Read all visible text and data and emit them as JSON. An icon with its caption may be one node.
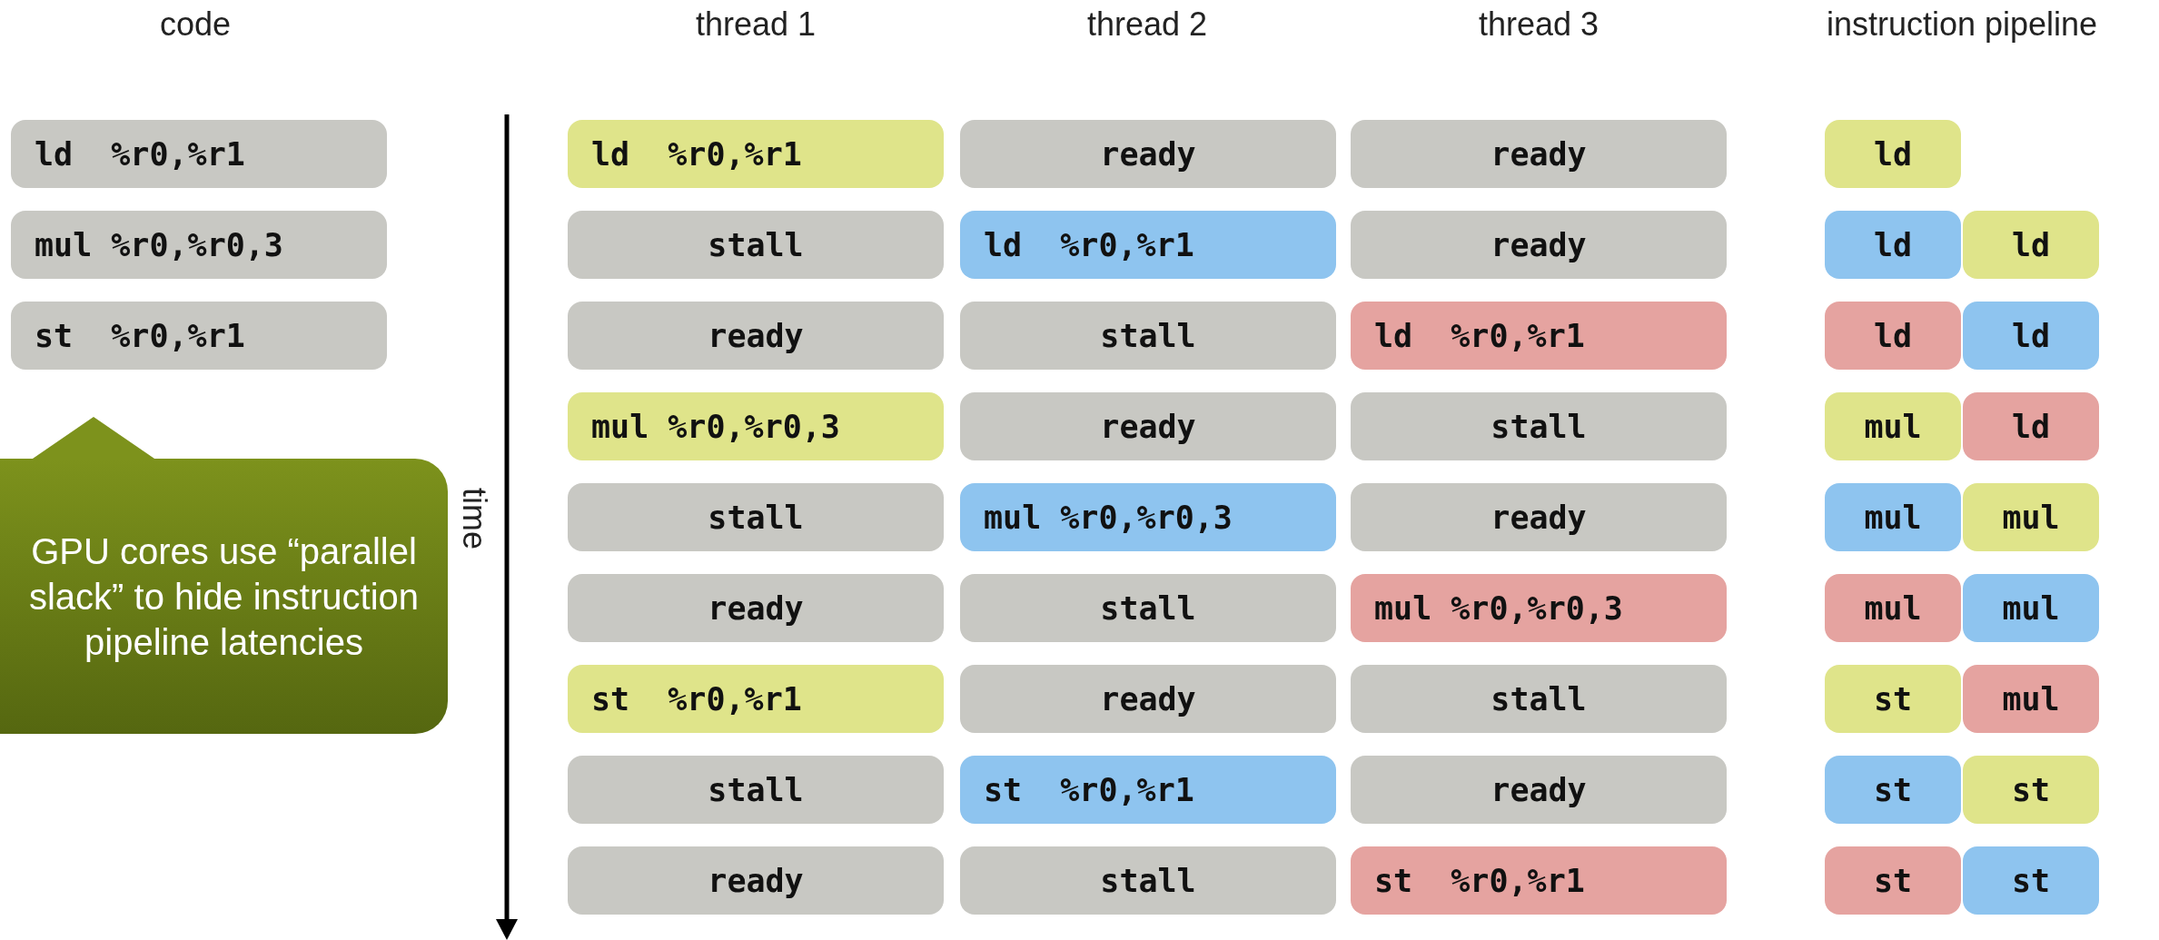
{
  "diagram": {
    "nodes": [
      {
        "text": [
          "ld  %r0,%r1"
        ]
      },
      {
        "text": [
          "mul %r0,%r0,3"
        ]
      },
      {
        "text": [
          "st  %r0,%r1"
        ]
      },
      {
        "text": [
          "GPU cores use “parallel slack” to hide instruction pipeline latencies"
        ]
      },
      {
        "text": [
          "ld  %r0,%r1"
        ]
      },
      {
        "text": [
          "ready"
        ]
      },
      {
        "text": [
          "ready"
        ]
      },
      {
        "text": [
          "ld"
        ]
      },
      {
        "text": [
          "stall"
        ]
      },
      {
        "text": [
          "ld  %r0,%r1"
        ]
      },
      {
        "text": [
          "ready"
        ]
      },
      {
        "text": [
          "ld"
        ]
      },
      {
        "text": [
          "ld"
        ]
      },
      {
        "text": [
          "ready"
        ]
      },
      {
        "text": [
          "stall"
        ]
      },
      {
        "text": [
          "ld  %r0,%r1"
        ]
      },
      {
        "text": [
          "ld"
        ]
      },
      {
        "text": [
          "ld"
        ]
      },
      {
        "text": [
          "mul %r0,%r0,3"
        ]
      },
      {
        "text": [
          "ready"
        ]
      },
      {
        "text": [
          "stall"
        ]
      },
      {
        "text": [
          "mul"
        ]
      },
      {
        "text": [
          "ld"
        ]
      },
      {
        "text": [
          "stall"
        ]
      },
      {
        "text": [
          "mul %r0,%r0,3"
        ]
      },
      {
        "text": [
          "ready"
        ]
      },
      {
        "text": [
          "mul"
        ]
      },
      {
        "text": [
          "mul"
        ]
      },
      {
        "text": [
          "ready"
        ]
      },
      {
        "text": [
          "stall"
        ]
      },
      {
        "text": [
          "mul %r0,%r0,3"
        ]
      },
      {
        "text": [
          "mul"
        ]
      },
      {
        "text": [
          "mul"
        ]
      },
      {
        "text": [
          "st  %r0,%r1"
        ]
      },
      {
        "text": [
          "ready"
        ]
      },
      {
        "text": [
          "stall"
        ]
      },
      {
        "text": [
          "st"
        ]
      },
      {
        "text": [
          "mul"
        ]
      },
      {
        "text": [
          "stall"
        ]
      },
      {
        "text": [
          "st  %r0,%r1"
        ]
      },
      {
        "text": [
          "ready"
        ]
      },
      {
        "text": [
          "st"
        ]
      },
      {
        "text": [
          "st"
        ]
      },
      {
        "text": [
          "ready"
        ]
      },
      {
        "text": [
          "stall"
        ]
      },
      {
        "text": [
          "st  %r0,%r1"
        ]
      },
      {
        "text": [
          "st"
        ]
      },
      {
        "text": [
          "st"
        ]
      }
    ],
    "labels": [
      "code",
      "thread 1",
      "thread 2",
      "thread 3",
      "instruction pipeline",
      "time"
    ]
  }
}
